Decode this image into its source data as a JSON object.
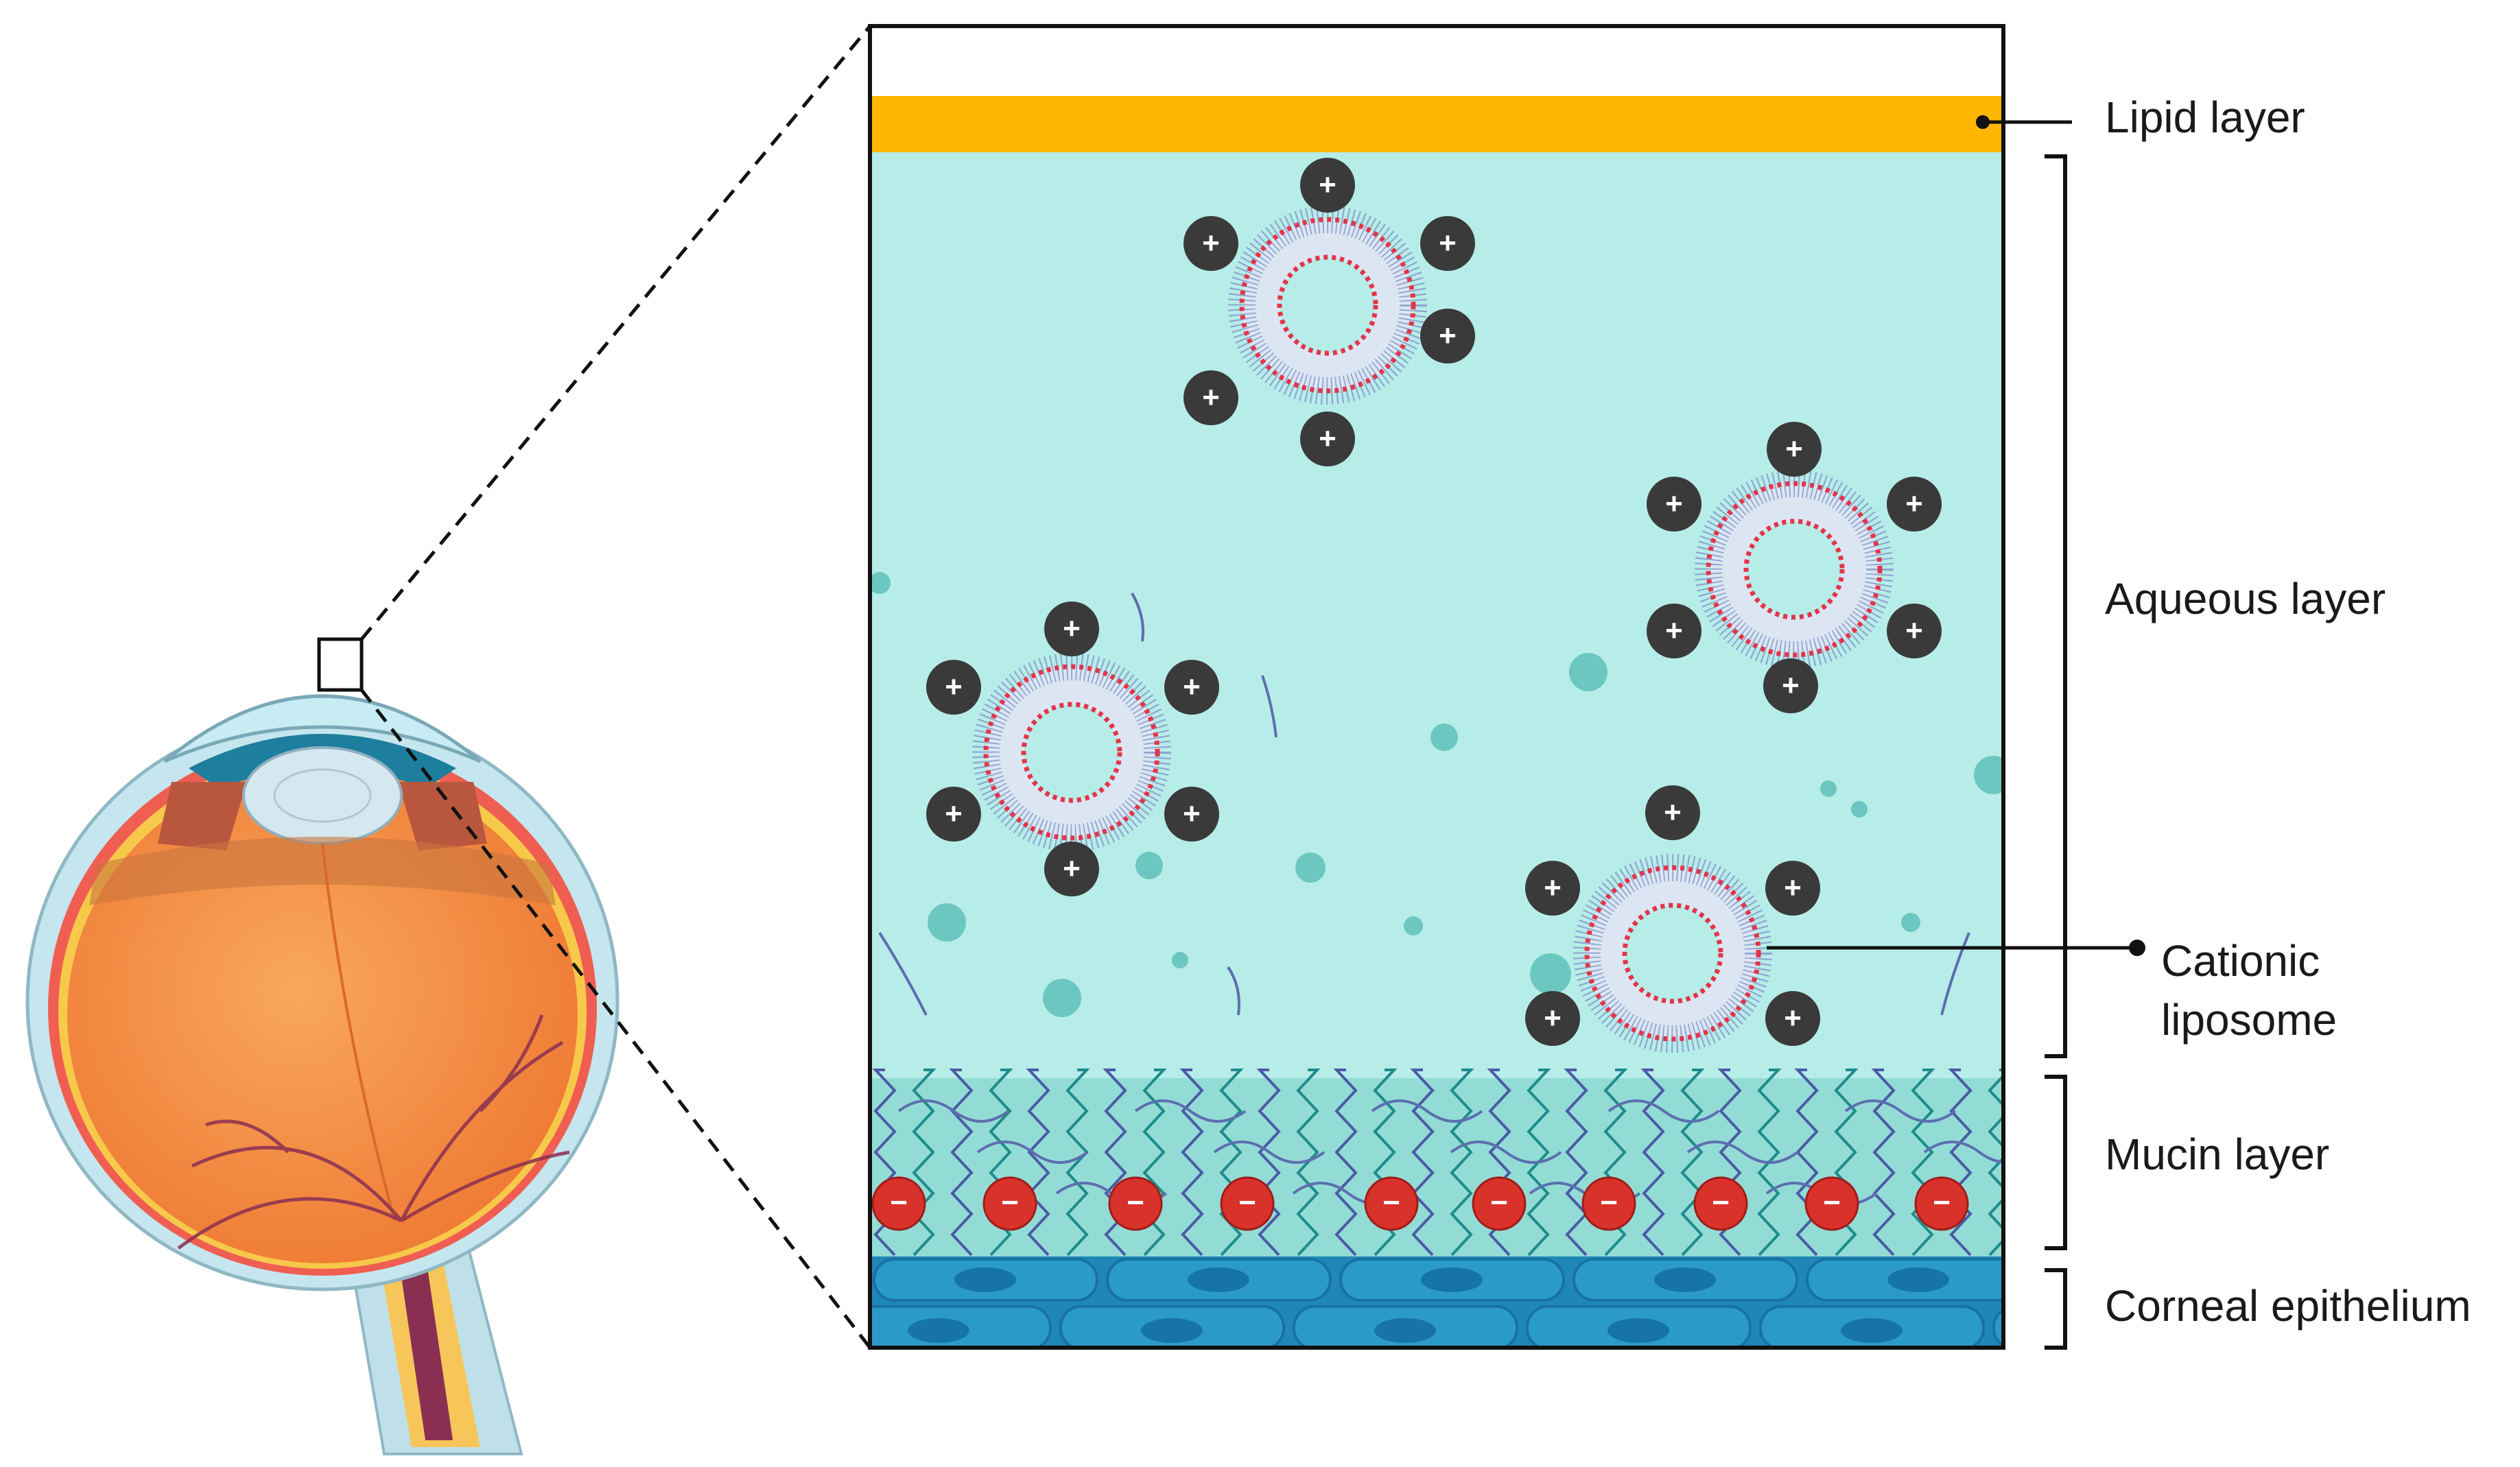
{
  "labels": {
    "lipid": "Lipid layer",
    "aqueous": "Aqueous layer",
    "liposome_line1": "Cationic",
    "liposome_line2": "liposome",
    "mucin": "Mucin layer",
    "epithelium": "Corneal epithelium"
  },
  "symbols": {
    "positive": "+",
    "negative": "−"
  },
  "colors": {
    "lipid_layer": "#FFB703",
    "aqueous_layer": "#B7EDE8",
    "mucin_layer": "#93DCD6",
    "epithelium": "#2A9ACB",
    "liposome_membrane": "#E3344A",
    "cation": "#3A3A3A",
    "anion": "#D8322B",
    "eye_interior": "#F28C3D",
    "frame": "#111111"
  },
  "icons": {
    "eye": "eye-cross-section-icon",
    "liposome": "liposome-icon",
    "positive_charge": "positive-charge-icon",
    "negative_charge": "negative-charge-icon"
  }
}
